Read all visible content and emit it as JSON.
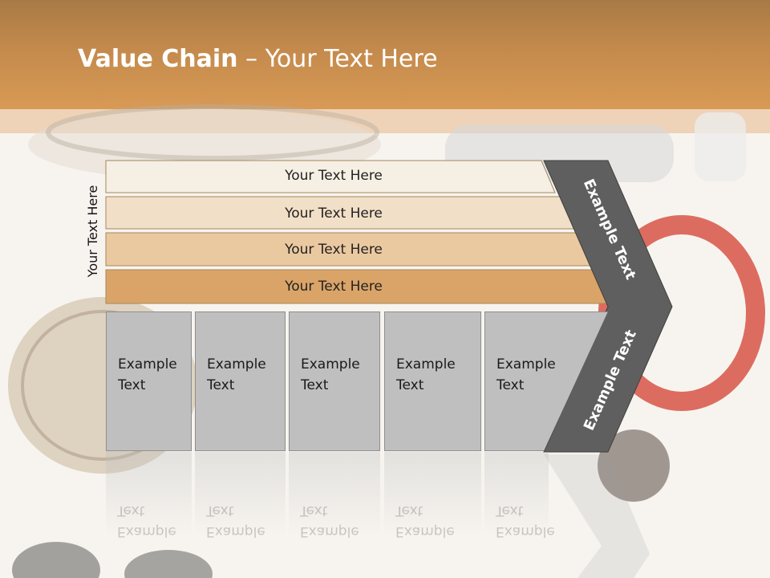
{
  "slide": {
    "title_bold": "Value Chain",
    "title_rest": " – Your Text Here",
    "side_label": "Your Text Here"
  },
  "bars": [
    {
      "label": "Your Text Here",
      "color": "#f6efe4"
    },
    {
      "label": "Your Text Here",
      "color": "#f2dfc7"
    },
    {
      "label": "Your Text Here",
      "color": "#ebc9a0"
    },
    {
      "label": "Your Text Here",
      "color": "#daa468"
    }
  ],
  "columns": [
    {
      "line1": "Example",
      "line2": "Text"
    },
    {
      "line1": "Example",
      "line2": "Text"
    },
    {
      "line1": "Example",
      "line2": "Text"
    },
    {
      "line1": "Example",
      "line2": "Text"
    },
    {
      "line1": "Example",
      "line2": "Text"
    }
  ],
  "chevron": {
    "upper_label": "Example Text",
    "lower_label": "Example Text",
    "color": "#5f5f5f"
  },
  "colors": {
    "header": "#c48a4c",
    "column_fill": "#bfbfbf"
  }
}
